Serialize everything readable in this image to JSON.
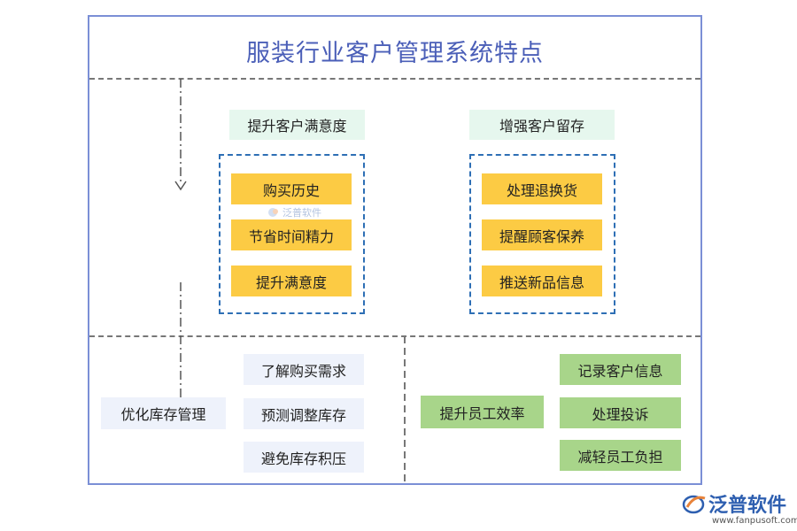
{
  "title": "服装行业客户管理系统特点",
  "top_left": {
    "header": "提升客户满意度",
    "items": [
      "购买历史",
      "节省时间精力",
      "提升满意度"
    ]
  },
  "top_right": {
    "header": "增强客户留存",
    "items": [
      "处理退换货",
      "提醒顾客保养",
      "推送新品信息"
    ]
  },
  "bottom_left": {
    "label": "优化库存管理",
    "items": [
      "了解购买需求",
      "预测调整库存",
      "避免库存积压"
    ]
  },
  "bottom_right": {
    "label": "提升员工效率",
    "items": [
      "记录客户信息",
      "处理投诉",
      "减轻员工负担"
    ]
  },
  "watermark": "泛普软件",
  "logo": {
    "name": "泛普软件",
    "url": "www.fanpusoft.com"
  },
  "colors": {
    "title": "#4b5fb8",
    "frame": "#7b8fd6",
    "yellow": "#fccb44",
    "green": "#a8d58a",
    "mint": "#e6f7ee",
    "lightblue": "#eef2fb",
    "group_border": "#2e6fb5"
  }
}
